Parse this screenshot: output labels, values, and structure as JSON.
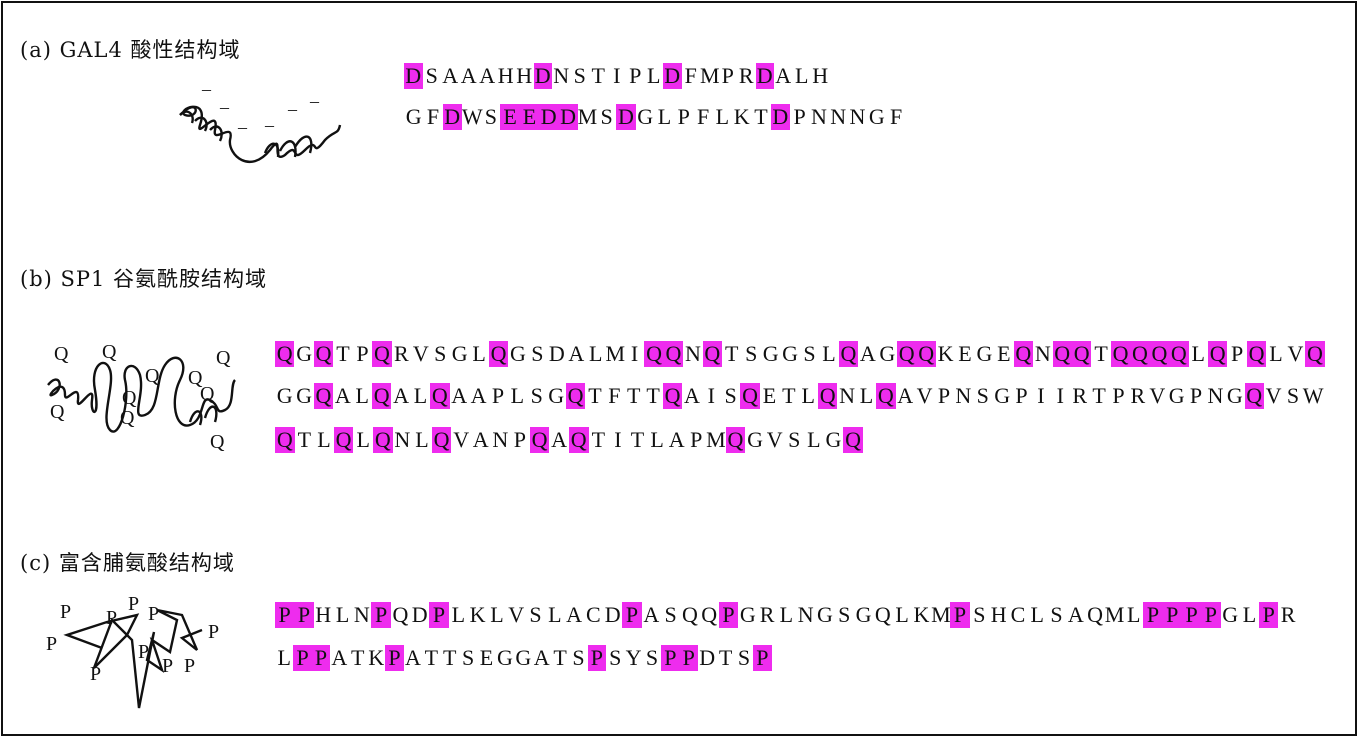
{
  "sections": [
    {
      "title": "(a) GAL4 酸性结构域",
      "residue": "D",
      "accent": "#ee2cee",
      "icon": "acidic-helix-icon",
      "lines": [
        "DSAAAHHDNSTIPLDFMPRDALH",
        "GFDWSEEDDMSDGLPFLKTDPNNNGF"
      ],
      "highlight": [
        "D",
        "E"
      ],
      "figure_labels": [
        "–",
        "–",
        "–",
        "–",
        "–",
        "–"
      ]
    },
    {
      "title": "(b) SP1 谷氨酰胺结构域",
      "residue": "Q",
      "accent": "#ee2cee",
      "icon": "glutamine-coil-icon",
      "lines": [
        "QGQTPQRVSGLQGSDALMIQQNQTSGGSLQAGQQKEGEQNQQTQQQQLQPQLVQ",
        "GGQALQALQAAPLSGQTFTTQAISQETLQNLQAVPNSGPIIRTPRVGPNGQVSW",
        "QTLQLQNLQVANPQAQTITLAPMQGVSLGQ"
      ],
      "highlight": [
        "Q"
      ],
      "figure_labels": [
        "Q",
        "Q",
        "Q",
        "Q",
        "Q",
        "Q",
        "Q",
        "Q",
        "Q",
        "Q"
      ]
    },
    {
      "title": "(c) 富含脯氨酸结构域",
      "residue": "P",
      "accent": "#ee2cee",
      "icon": "proline-zigzag-icon",
      "lines": [
        "PPHLNPQDPLKLVSLACDPASQQPGRLNGSGQLKMPSHCLSAQMLPPPPGLPR",
        "LPPATKPATTSEGGATSPSYSPPDTSP"
      ],
      "highlight": [
        "P"
      ],
      "figure_labels": [
        "P",
        "P",
        "P",
        "P",
        "P",
        "P",
        "P",
        "P",
        "P",
        "P"
      ]
    }
  ]
}
